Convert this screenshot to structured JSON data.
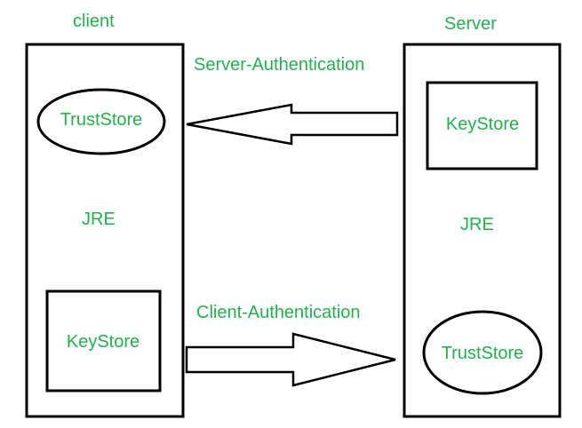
{
  "colors": {
    "text": "#22b14c",
    "stroke": "#000000",
    "background": "#ffffff"
  },
  "client": {
    "title": "client",
    "truststore_label": "TrustStore",
    "jre_label": "JRE",
    "keystore_label": "KeyStore"
  },
  "server": {
    "title": "Server",
    "keystore_label": "KeyStore",
    "jre_label": "JRE",
    "truststore_label": "TrustStore"
  },
  "arrows": {
    "server_auth_label": "Server-Authentication",
    "client_auth_label": "Client-Authentication"
  }
}
